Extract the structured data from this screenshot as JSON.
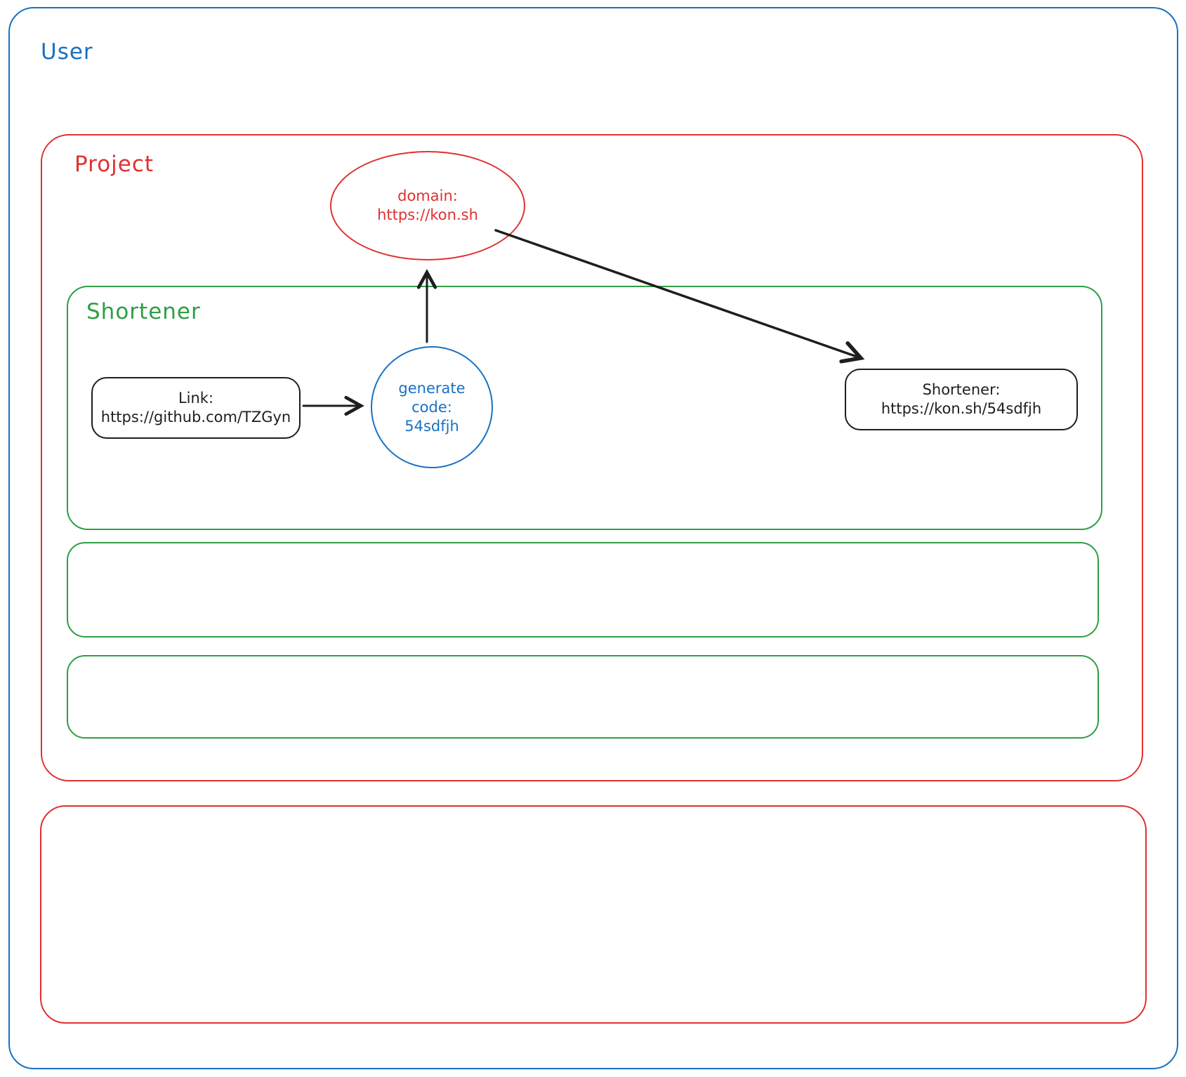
{
  "labels": {
    "user": "User",
    "project": "Project",
    "shortener": "Shortener"
  },
  "nodes": {
    "domain": {
      "line1": "domain:",
      "line2": "https://kon.sh"
    },
    "link": {
      "line1": "Link:",
      "line2": "https://github.com/TZGyn"
    },
    "generate": {
      "line1": "generate",
      "line2": "code:",
      "line3": "54sdfjh"
    },
    "result": {
      "line1": "Shortener:",
      "line2": "https://kon.sh/54sdfjh"
    }
  },
  "colors": {
    "blue": "#1971c2",
    "red": "#e03131",
    "green": "#2f9e44",
    "black": "#1e1e1e"
  }
}
